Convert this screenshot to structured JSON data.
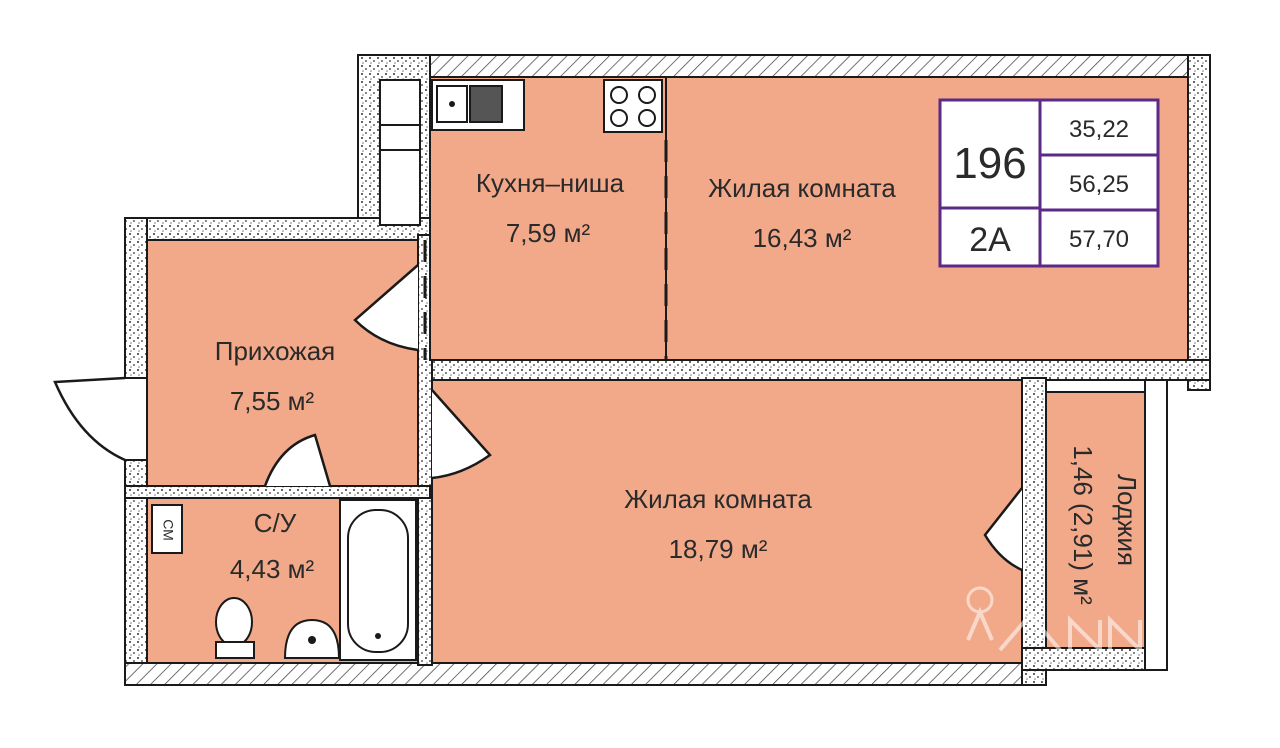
{
  "colors": {
    "room_fill": "#f2a98a",
    "wall_fill": "#ffffff",
    "wall_stroke": "#1a1a1a",
    "info_border": "#5b2a86",
    "fixture_fill": "#ffffff",
    "watermark": "#ffffff"
  },
  "rooms": {
    "kitchen": {
      "name": "Кухня–ниша",
      "area": "7,59 м²"
    },
    "living_top": {
      "name": "Жилая комната",
      "area": "16,43 м²"
    },
    "hallway": {
      "name": "Прихожая",
      "area": "7,55 м²"
    },
    "bathroom": {
      "name": "С/У",
      "area": "4,43 м²"
    },
    "living_bottom": {
      "name": "Жилая комната",
      "area": "18,79 м²"
    },
    "loggia": {
      "name": "Лоджия",
      "area": "1,46 (2,91) м²"
    }
  },
  "info_box": {
    "number": "196",
    "type": "2А",
    "living_area": "35,22",
    "total_area": "56,25",
    "total_with_loggia": "57,70"
  },
  "fixtures": {
    "washer_label": "СМ"
  },
  "icons": [
    "sink-icon",
    "stove-icon",
    "toilet-icon",
    "washbasin-icon",
    "bathtub-icon",
    "washing-machine-icon",
    "watermark-logo-icon"
  ]
}
